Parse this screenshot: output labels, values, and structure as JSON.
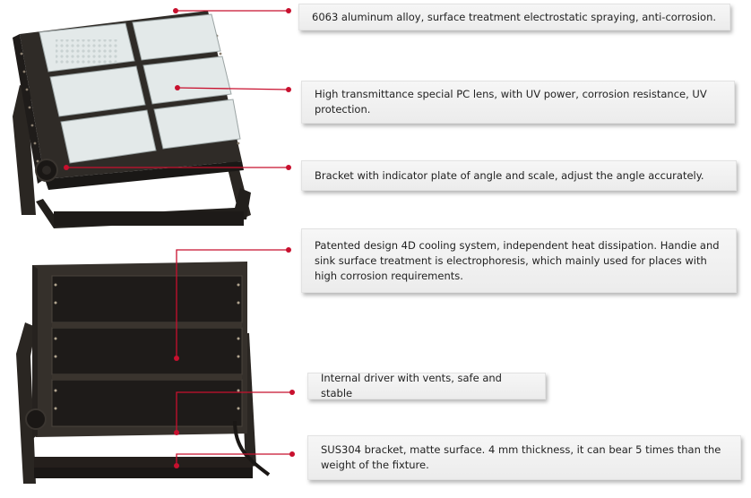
{
  "features": [
    {
      "id": "housing",
      "text": "6063 aluminum alloy, surface treatment electrostatic spraying, anti-corrosion."
    },
    {
      "id": "lens",
      "text": "High transmittance special PC lens, with UV power, corrosion resistance, UV protection."
    },
    {
      "id": "bracket-angle",
      "text": "Bracket with indicator plate of angle and scale, adjust the angle accurately."
    },
    {
      "id": "cooling",
      "text": "Patented design 4D cooling system, independent heat dissipation. Handie and sink surface treatment is electrophoresis, which mainly used for places with high corrosion requirements."
    },
    {
      "id": "driver",
      "text": "Internal driver with vents, safe and stable"
    },
    {
      "id": "sus-bracket",
      "text": "SUS304 bracket, matte surface. 4 mm thickness, it can bear 5 times than the weight of the fixture."
    }
  ],
  "colors": {
    "leader": "#c8102e",
    "housing": "#2a2622",
    "lens": "#dfe6e6",
    "callout_bg": "#efefef"
  }
}
